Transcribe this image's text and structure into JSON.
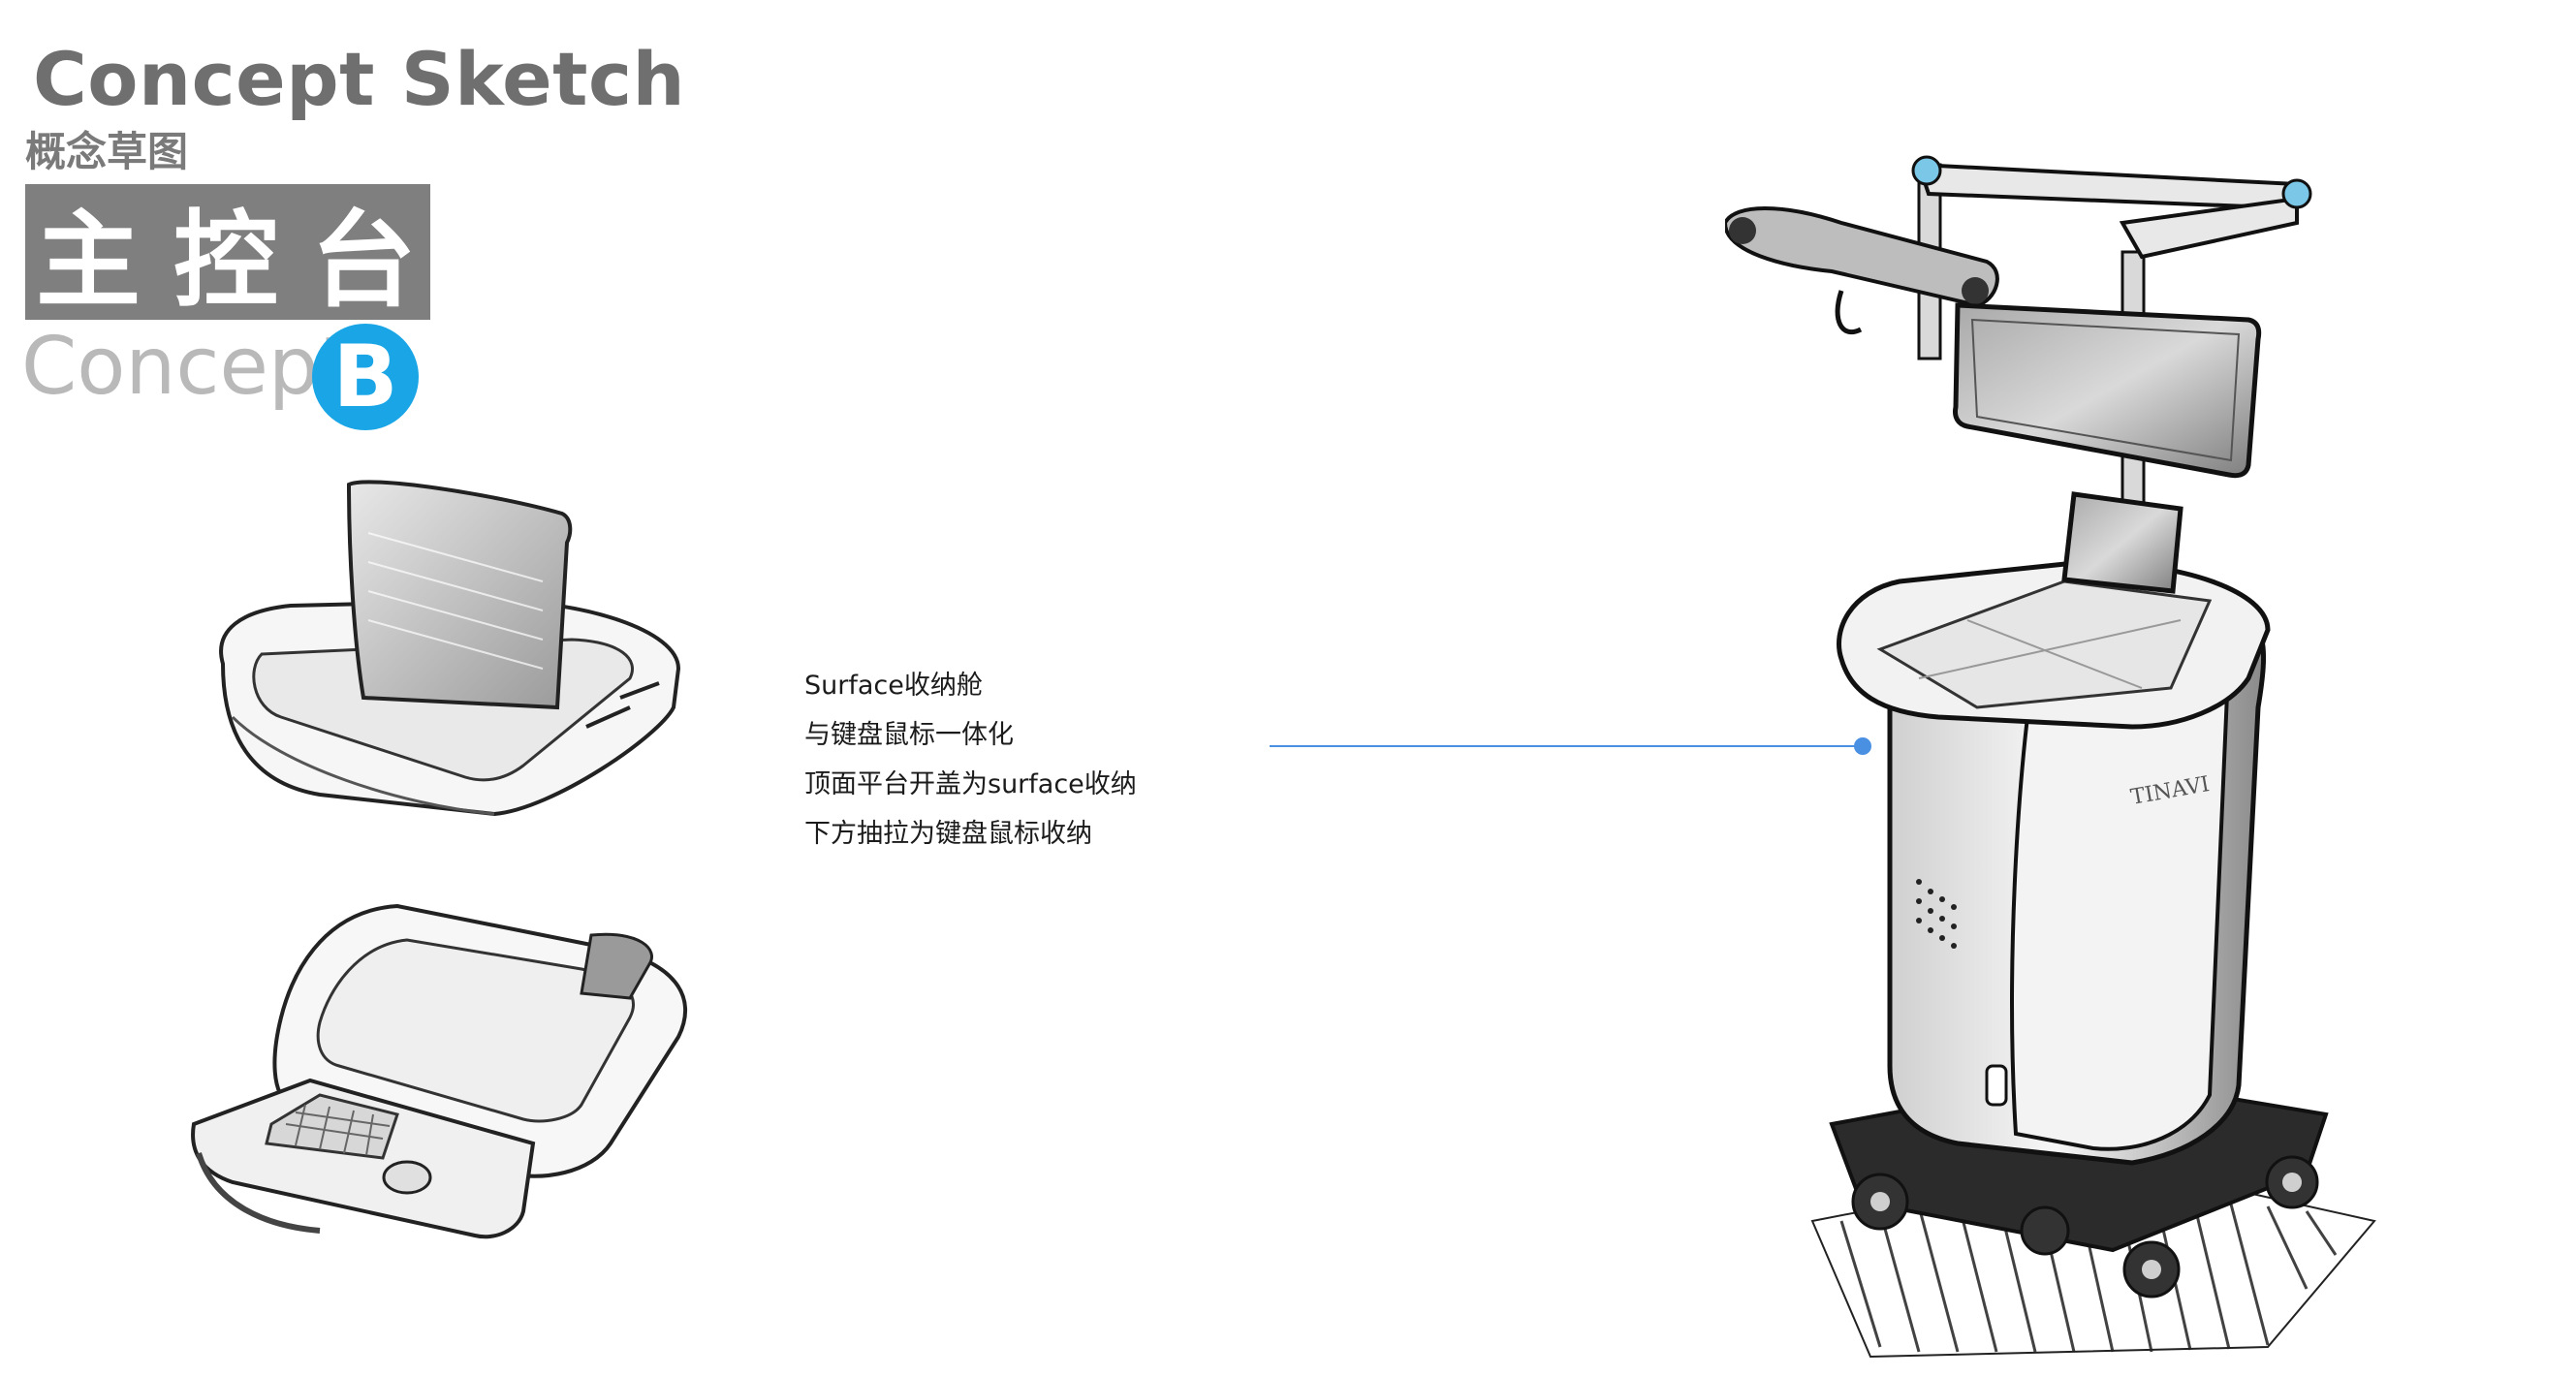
{
  "header": {
    "title_en": "Concept Sketch",
    "title_zh": "概念草图",
    "section_label": "主控台",
    "concept_word": "Concept",
    "concept_letter": "B"
  },
  "annotation": {
    "lines": [
      "Surface收纳舱",
      "与键盘鼠标一体化",
      "顶面平台开盖为surface收纳",
      "下方抽拉为键盘鼠标收纳"
    ]
  },
  "sketch": {
    "brand_label": "TINAVI"
  },
  "colors": {
    "accent": "#1aa6e6",
    "badge": "#7f7f7f",
    "leader_line": "#4a90e2",
    "ink": "#1b1b1b"
  }
}
